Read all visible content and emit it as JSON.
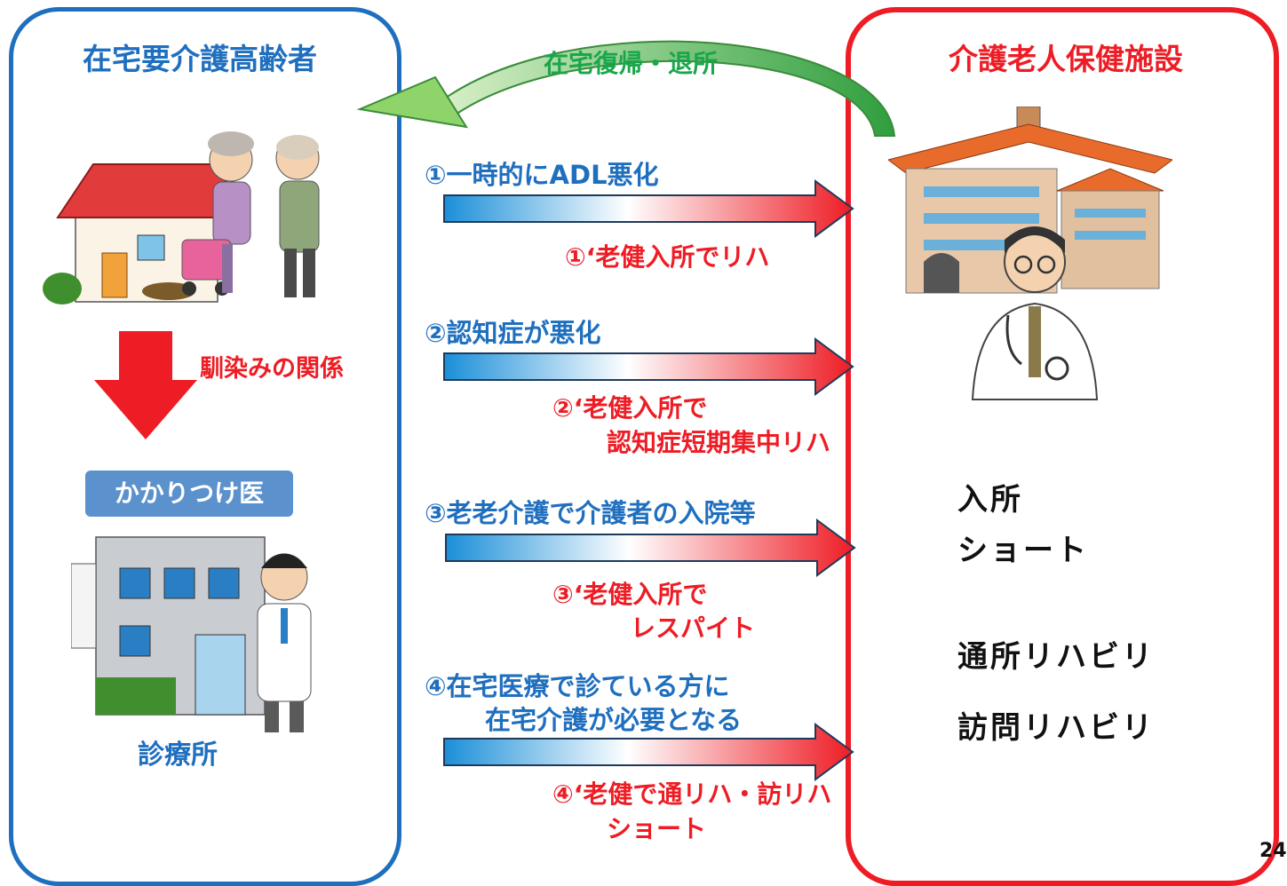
{
  "left_panel": {
    "title": "在宅要介護高齢者",
    "relation_label": "馴染みの関係",
    "clinic_sign": "かかりつけ医",
    "clinic_label": "診療所"
  },
  "right_panel": {
    "title": "介護老人保健施設",
    "services": [
      "入所",
      "ショート",
      "通所リハビリ",
      "訪問リハビリ"
    ]
  },
  "return_label": "在宅復帰・退所",
  "cases": [
    {
      "trigger": [
        "①一時的にADL悪化"
      ],
      "response": [
        "①‘老健入所でリハ"
      ]
    },
    {
      "trigger": [
        "②認知症が悪化"
      ],
      "response": [
        "②‘老健入所で",
        "認知症短期集中リハ"
      ]
    },
    {
      "trigger": [
        "③老老介護で介護者の入院等"
      ],
      "response": [
        "③‘老健入所で",
        "レスパイト"
      ]
    },
    {
      "trigger": [
        "④在宅医療で診ている方に",
        "在宅介護が必要となる"
      ],
      "response": [
        "④‘老健で通リハ・訪リハ",
        "ショート"
      ]
    }
  ],
  "page_number": "24",
  "colors": {
    "blue": "#1f6fbf",
    "red": "#ee1c24",
    "green": "#1aa64a",
    "arrow_gradient": [
      "#1b8fd8",
      "#ffffff",
      "#ee1c24"
    ]
  }
}
